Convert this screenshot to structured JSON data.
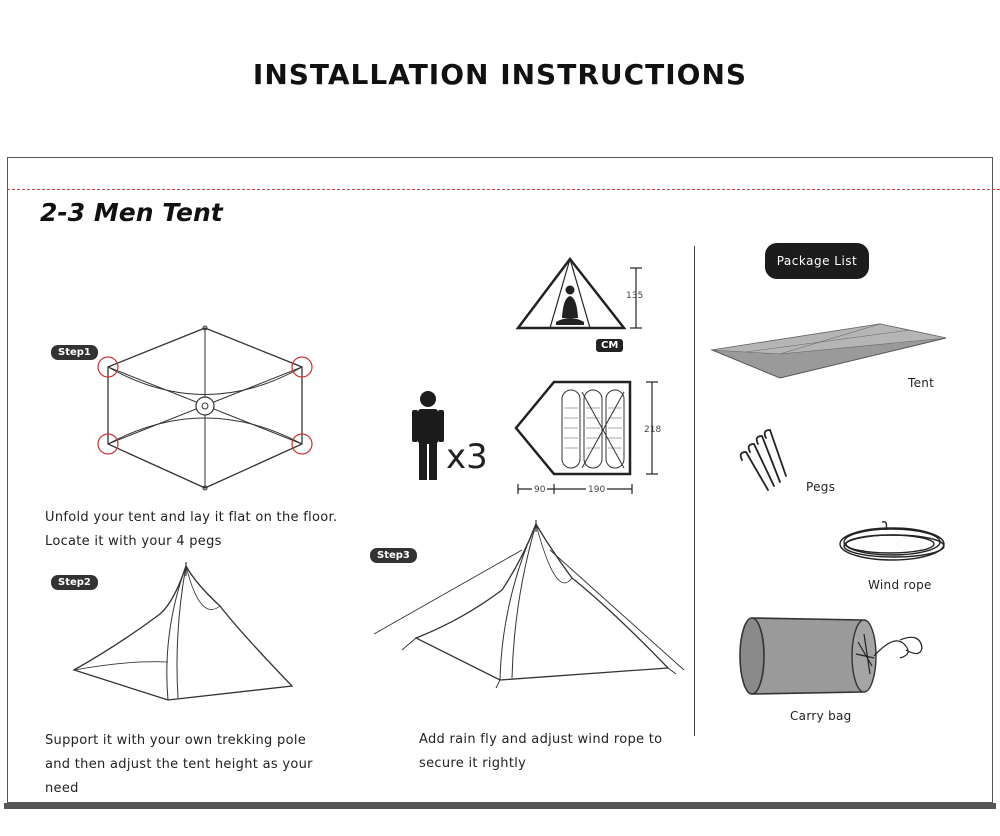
{
  "header": {
    "title": "INSTALLATION INSTRUCTIONS"
  },
  "section": {
    "title": "2-3 Men Tent"
  },
  "steps": [
    {
      "badge": "Step1",
      "lines": [
        "Unfold your tent and lay it flat on the floor.",
        "Locate it with your 4 pegs"
      ]
    },
    {
      "badge": "Step2",
      "lines": [
        "Support it with your own trekking pole",
        "and then adjust the tent height as your",
        "need"
      ]
    },
    {
      "badge": "Step3",
      "lines": [
        "Add rain fly and adjust wind rope to",
        "secure it rightly"
      ]
    }
  ],
  "specs": {
    "height": "135",
    "unit": "CM",
    "length": "218",
    "vestibule_width": "90",
    "inner_width": "190",
    "capacity": "x3"
  },
  "package": {
    "title": "Package List",
    "items": [
      {
        "label": "Tent",
        "icon": "tent-flat-icon"
      },
      {
        "label": "Pegs",
        "icon": "pegs-icon"
      },
      {
        "label": "Wind rope",
        "icon": "wind-rope-icon"
      },
      {
        "label": "Carry bag",
        "icon": "carry-bag-icon"
      }
    ]
  },
  "colors": {
    "accent_red": "#cc3333",
    "dark": "#1c1c1c",
    "tent_grey": "#9a9a9a"
  }
}
